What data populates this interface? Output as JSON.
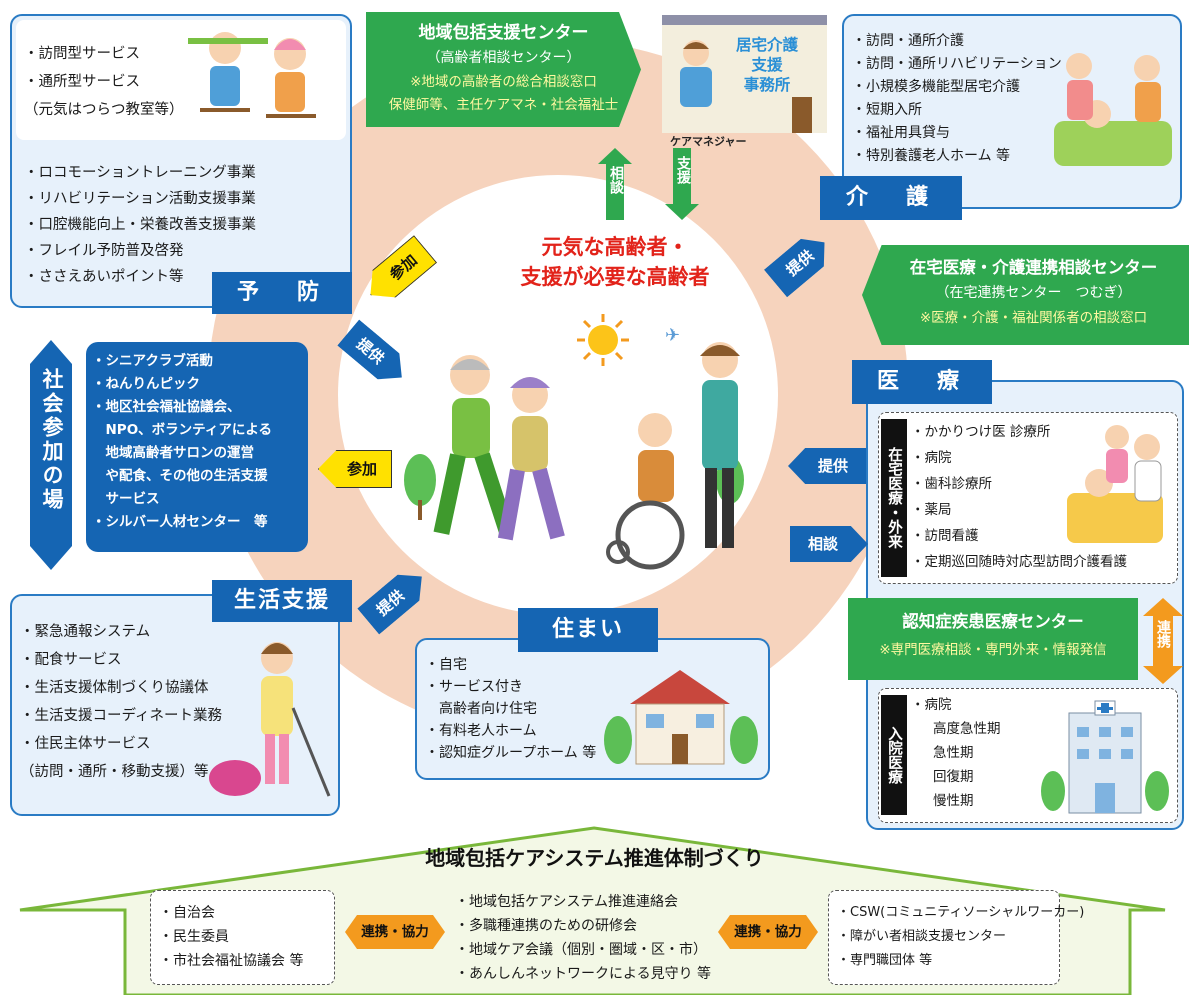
{
  "center": {
    "line1": "元気な高齢者・",
    "line2": "支援が必要な高齢者"
  },
  "houkatsu": {
    "title": "地域包括支援センター",
    "subtitle": "（高齢者相談センター）",
    "note1": "※地域の高齢者の総合相談窓口",
    "note2": "保健師等、主任ケアマネ・社会福祉士"
  },
  "kyotaku": {
    "line1": "居宅介護",
    "line2": "支援",
    "line3": "事務所",
    "caption": "ケアマネジャー"
  },
  "arrows": {
    "soudan": "相談",
    "shien": "支援",
    "teikyo": "提供",
    "sanka": "参加",
    "renkei": "連携"
  },
  "kaigo": {
    "label": "介　護",
    "items": [
      "・訪問・通所介護",
      "・訪問・通所リハビリテーション",
      "・小規模多機能型居宅介護",
      "・短期入所",
      "・福祉用具貸与",
      "・特別養護老人ホーム 等"
    ]
  },
  "zaitaku": {
    "title": "在宅医療・介護連携相談センター",
    "subtitle": "（在宅連携センター　つむぎ）",
    "note": "※医療・介護・福祉関係者の相談窓口"
  },
  "iryo": {
    "label": "医　療",
    "zaitaku_label": "在宅医療・外来",
    "zaitaku_items": [
      "・かかりつけ医 診療所",
      "・病院",
      "・歯科診療所",
      "・薬局",
      "・訪問看護",
      "・定期巡回随時対応型訪問介護看護"
    ],
    "nyuin_label": "入院医療",
    "nyuin_items": [
      "・病院",
      "高度急性期",
      "急性期",
      "回復期",
      "慢性期"
    ]
  },
  "ninchi": {
    "title": "認知症疾患医療センター",
    "note": "※専門医療相談・専門外来・情報発信"
  },
  "yobo": {
    "label": "予　防",
    "items_top": [
      "・訪問型サービス",
      "・通所型サービス",
      "（元気はつらつ教室等）"
    ],
    "items_bottom": [
      "・ロコモーショントレーニング事業",
      "・リハビリテーション活動支援事業",
      "・口腔機能向上・栄養改善支援事業",
      "・フレイル予防普及啓発",
      "・ささえあいポイント等"
    ]
  },
  "shakai": {
    "label": "社会参加の場",
    "items": [
      "・シニアクラブ活動",
      "・ねんりんピック",
      "・地区社会福祉協議会、",
      "　NPO、ボランティアによる",
      "　地域高齢者サロンの運営",
      "　や配食、その他の生活支援",
      "　サービス",
      "・シルバー人材センター　等"
    ]
  },
  "seikatsu": {
    "label": "生活支援",
    "items": [
      "・緊急通報システム",
      "・配食サービス",
      "・生活支援体制づくり協議体",
      "・生活支援コーディネート業務",
      "・住民主体サービス",
      "（訪問・通所・移動支援）等"
    ]
  },
  "sumai": {
    "label": "住まい",
    "items": [
      "・自宅",
      "・サービス付き",
      "　高齢者向け住宅",
      "・有料老人ホーム",
      "・認知症グループホーム 等"
    ]
  },
  "bottom": {
    "title": "地域包括ケアシステム推進体制づくり",
    "left": [
      "・自治会",
      "・民生委員",
      "・市社会福祉協議会 等"
    ],
    "center": [
      "・地域包括ケアシステム推進連絡会",
      "・多職種連携のための研修会",
      "・地域ケア会議（個別・圏域・区・市）",
      "・あんしんネットワークによる見守り 等"
    ],
    "right": [
      "・CSW(コミュニティソーシャルワーカー)",
      "・障がい者相談支援センター",
      "・専門職団体 等"
    ],
    "renkei_kyoryoku": "連携・協力"
  },
  "colors": {
    "blue": "#1565b3",
    "green": "#2fa84f",
    "yellow": "#ffe100",
    "orange": "#f39a1e",
    "ring": "#f6d3bd",
    "red": "#e2231a"
  }
}
